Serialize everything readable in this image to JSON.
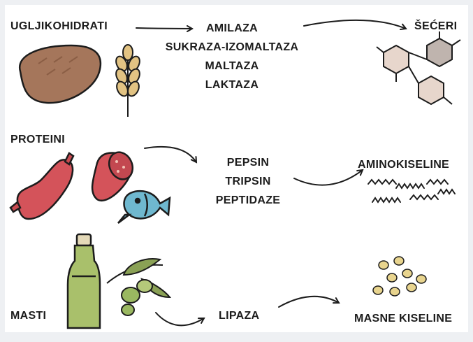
{
  "rows": {
    "carbs": {
      "source": "UGLJIKOHIDRATI",
      "enzymes": [
        "AMILAZA",
        "SUKRAZA-IZOMALTAZA",
        "MALTAZA",
        "LAKTAZA"
      ],
      "product": "ŠEĆERI"
    },
    "proteins": {
      "source": "PROTEINI",
      "enzymes": [
        "PEPSIN",
        "TRIPSIN",
        "PEPTIDAZE"
      ],
      "product": "AMINOKISELINE"
    },
    "fats": {
      "source": "MASTI",
      "enzymes": [
        "LIPAZA"
      ],
      "product": "MASNE KISELINE"
    }
  },
  "icons": [
    "bread-icon",
    "wheat-icon",
    "sugar-hexagons-icon",
    "sausage-icon",
    "salami-icon",
    "fish-icon",
    "amino-chains-icon",
    "oil-bottle-icon",
    "olive-branch-icon",
    "fatty-acid-droplets-icon"
  ],
  "colors": {
    "ink": "#1c1c1c",
    "bread": "#a5765b",
    "sausage": "#d4535a",
    "fish": "#6fb8cf",
    "oil": "#a9c06b",
    "olive": "#8aa155",
    "droplet": "#e8d48e",
    "hexagon": "#e7d6cc"
  }
}
